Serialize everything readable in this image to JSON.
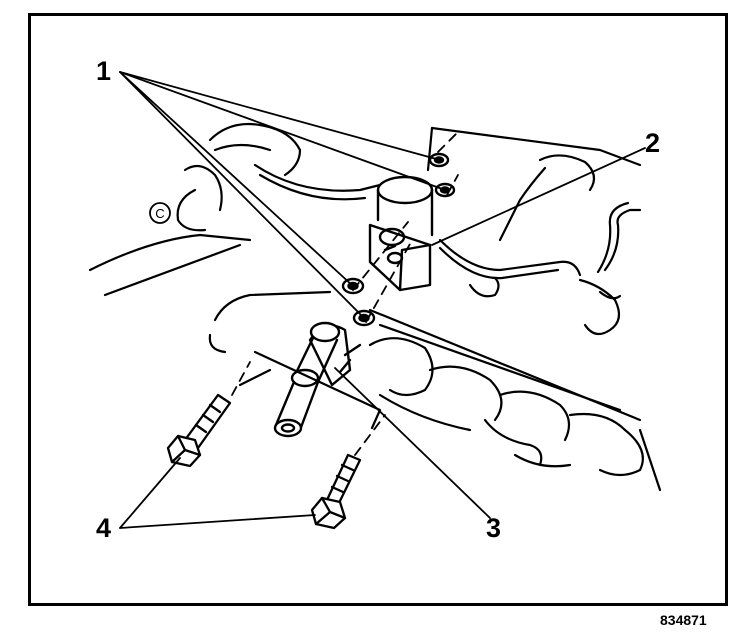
{
  "callouts": [
    "1",
    "2",
    "3",
    "4"
  ],
  "figure_id": "834871",
  "side_mark": "C",
  "colors": {
    "ink": "#000000",
    "paper": "#ffffff"
  }
}
